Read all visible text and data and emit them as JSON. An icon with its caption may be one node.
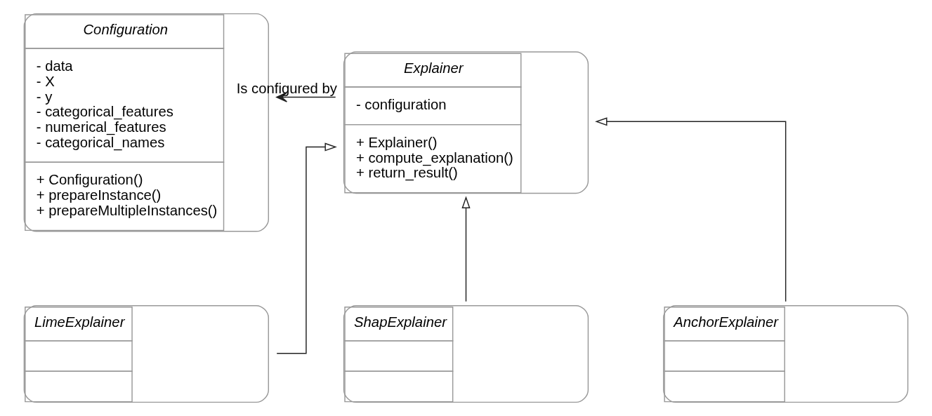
{
  "diagram": {
    "nodes": [
      {
        "text": [
          "Configuration",
          "- data",
          "- X",
          "- y",
          "- categorical_features",
          "- numerical_features",
          "- categorical_names",
          "+ Configuration()",
          "+ prepareInstance()",
          "+ prepareMultipleInstances()"
        ]
      },
      {
        "text": [
          "Explainer",
          "- configuration",
          "+ Explainer()",
          "+ compute_explanation()",
          "+ return_result()"
        ]
      },
      {
        "text": [
          "LimeExplainer"
        ]
      },
      {
        "text": [
          "ShapExplainer"
        ]
      },
      {
        "text": [
          "AnchorExplainer"
        ]
      }
    ],
    "edges": [
      {
        "from": 1,
        "to": 0,
        "arrow": "to",
        "label": "Is configured by"
      },
      {
        "from": 2,
        "to": 1,
        "arrow": "to"
      },
      {
        "from": 3,
        "to": 1,
        "arrow": "to"
      },
      {
        "from": 4,
        "to": 1,
        "arrow": "to"
      }
    ]
  }
}
